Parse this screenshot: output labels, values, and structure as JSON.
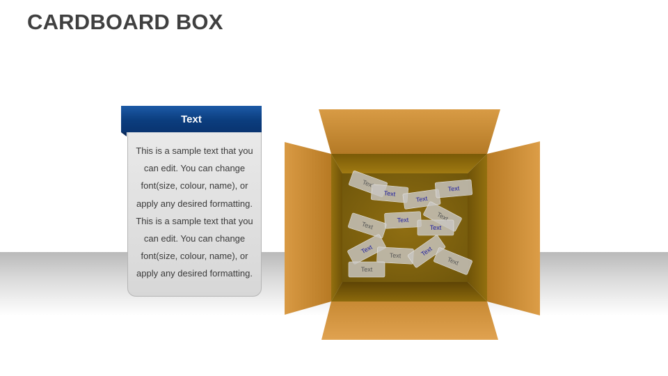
{
  "title": "CARDBOARD BOX",
  "card": {
    "header": "Text",
    "lines": [
      "This is a sample text that you",
      "can edit. You can change",
      "font(size, colour, name), or",
      "apply any desired formatting.",
      "This is a sample text that you",
      "can edit. You can change",
      "font(size, colour, name), or",
      "apply any desired formatting."
    ]
  },
  "box": {
    "notes": [
      {
        "label": "Text",
        "color": "#555555"
      },
      {
        "label": "Text",
        "color": "#1a1aa0"
      },
      {
        "label": "Text",
        "color": "#1a1aa0"
      },
      {
        "label": "Text",
        "color": "#1a1aa0"
      },
      {
        "label": "Text",
        "color": "#555555"
      },
      {
        "label": "Text",
        "color": "#1a1aa0"
      },
      {
        "label": "Text",
        "color": "#555555"
      },
      {
        "label": "Text",
        "color": "#1a1aa0"
      },
      {
        "label": "Text",
        "color": "#1a1aa0"
      },
      {
        "label": "Text",
        "color": "#555555"
      },
      {
        "label": "Text",
        "color": "#1a1aa0"
      },
      {
        "label": "Text",
        "color": "#555555"
      },
      {
        "label": "Text",
        "color": "#555555"
      }
    ]
  }
}
